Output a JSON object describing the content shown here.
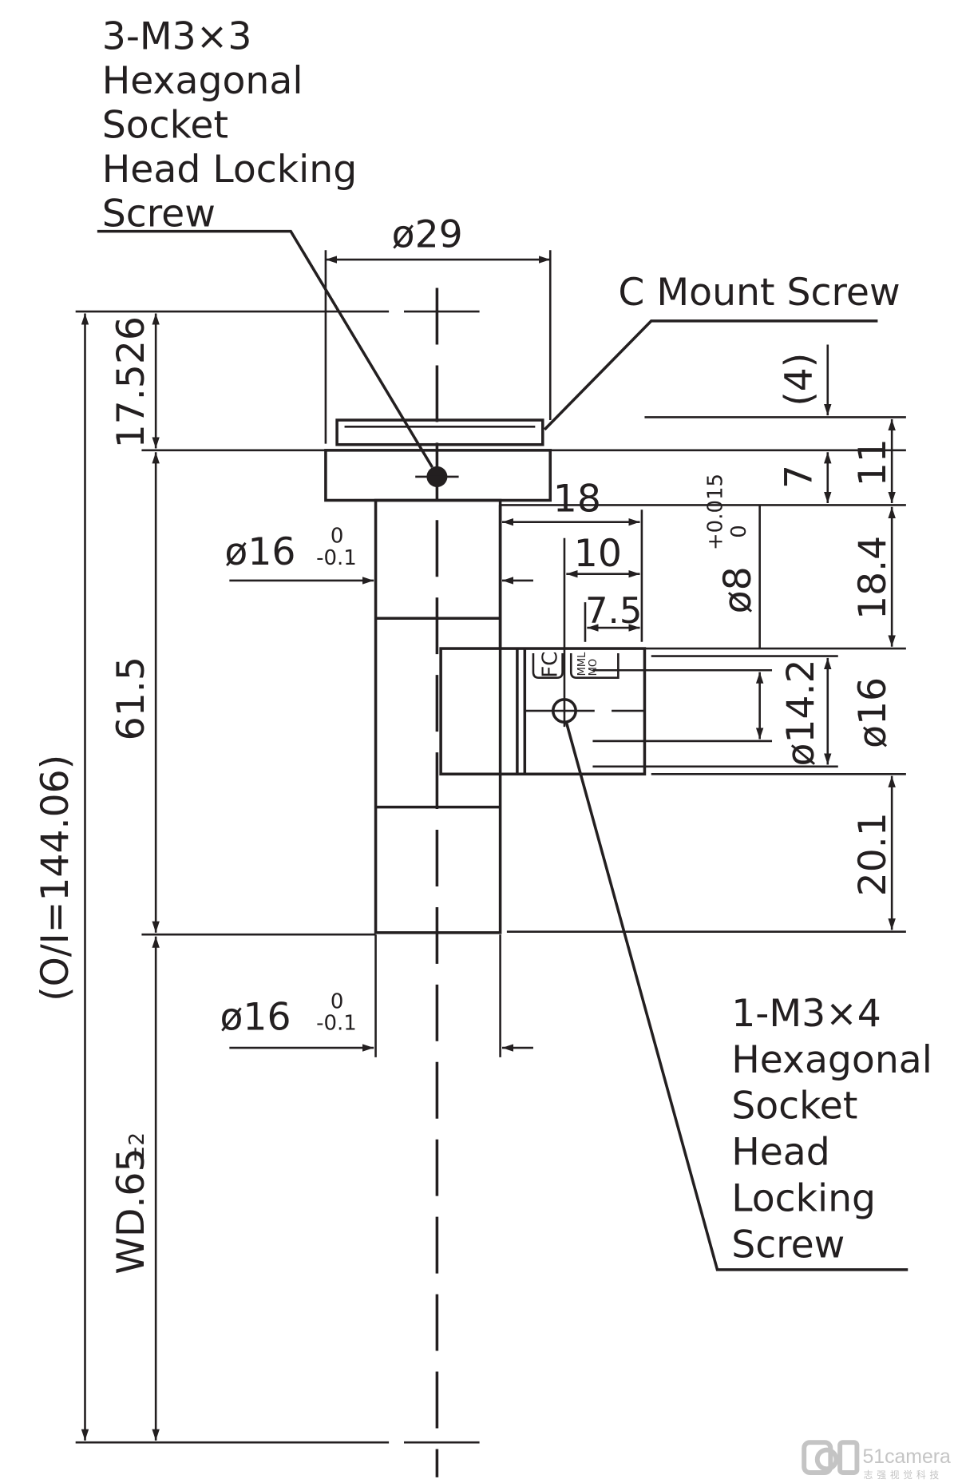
{
  "callouts": {
    "top_left": [
      "3-M3×3",
      "Hexagonal",
      "Socket",
      "Head Locking",
      "Screw"
    ],
    "c_mount": "C Mount Screw",
    "bottom_right": [
      "1-M3×4",
      "Hexagonal",
      "Socket",
      "Head",
      "Locking",
      "Screw"
    ]
  },
  "dimensions": {
    "top_diameter": "ø29",
    "overall": "(O/I=144.06)",
    "flange": "17.526",
    "body": "61.5",
    "working_distance": "WD.65",
    "working_distance_tol": "±2",
    "upper_tube_dia": "ø16",
    "upper_tube_tol_upper": "0",
    "upper_tube_tol_lower": "-0.1",
    "lower_tube_dia": "ø16",
    "lower_tube_tol_upper": "0",
    "lower_tube_tol_lower": "-0.1",
    "side_18": "18",
    "side_10": "10",
    "side_7_5": "7.5",
    "shaft_dia": "ø8",
    "shaft_tol_upper": "+0.015",
    "shaft_tol_lower": "0",
    "r_4": "(4)",
    "r_7": "7",
    "r_11": "11",
    "r_18_4": "18.4",
    "r_14_2": "ø14.2",
    "r_16": "ø16",
    "r_20_1": "20.1"
  },
  "labels": {
    "fc": "FC",
    "mml": "MML",
    "mo": "MO"
  },
  "watermark": {
    "brand": "51camera",
    "subtitle": "志强视觉科技"
  }
}
